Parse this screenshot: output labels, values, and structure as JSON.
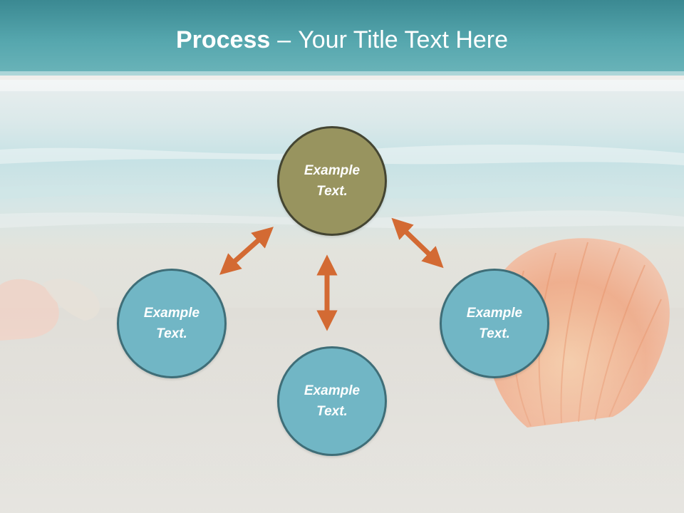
{
  "title": {
    "bold": "Process",
    "separator": "–",
    "rest": "Your Title Text Here"
  },
  "nodes": {
    "top": {
      "line1": "Example",
      "line2": "Text."
    },
    "left": {
      "line1": "Example",
      "line2": "Text."
    },
    "right": {
      "line1": "Example",
      "line2": "Text."
    },
    "bottom": {
      "line1": "Example",
      "line2": "Text."
    }
  },
  "colors": {
    "header_teal": "#4c9ea7",
    "top_node": "#98945f",
    "side_nodes": "#71b6c5",
    "arrow": "#d36a33"
  }
}
